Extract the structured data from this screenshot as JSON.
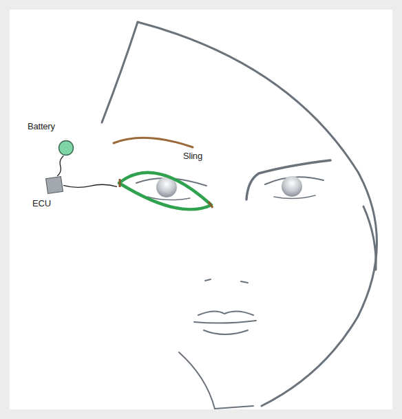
{
  "diagram": {
    "nodes": [
      {
        "text": [
          "Battery"
        ]
      },
      {
        "text": [
          "ECU"
        ]
      },
      {
        "text": [
          "Sling"
        ]
      }
    ],
    "edges": [
      {
        "from": 0,
        "to": 1,
        "arrow": "none"
      },
      {
        "from": 1,
        "to": 2,
        "arrow": "none"
      }
    ]
  }
}
